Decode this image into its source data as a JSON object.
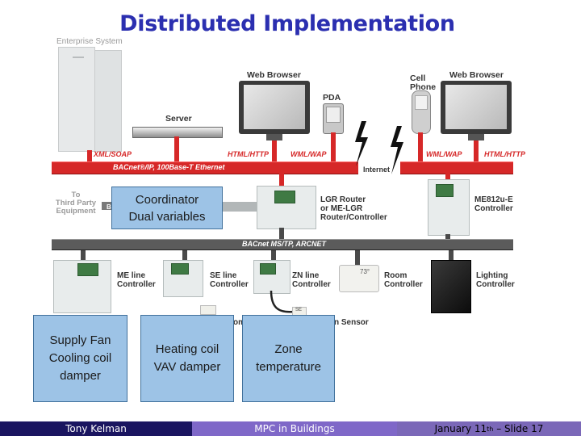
{
  "title": "Distributed Implementation",
  "diagram": {
    "enterprise_label": "Enterprise System",
    "web_browser_left": "Web Browser",
    "server": "Server",
    "pda": "PDA",
    "cell_phone": "Cell\nPhone",
    "web_browser_right": "Web Browser",
    "protocols_left": [
      "XML/SOAP",
      "HTML/HTTP",
      "WML/WAP"
    ],
    "protocols_right": [
      "WML/WAP",
      "HTML/HTTP"
    ],
    "ethernet_bus": "BACnet®/IP, 100Base-T Ethernet",
    "internet": "Internet",
    "third_party": "To\nThird Party\nEquipment",
    "lgr_router": "LGR Router\nor ME-LGR\nRouter/Controller",
    "me812": "ME812u-E\nController",
    "mstp_bus": "BACnet MS/TP, ARCNET",
    "me_line": "ME line\nController",
    "se_line": "SE line\nController",
    "zn_line": "ZN line\nController",
    "room": "Room\nController",
    "lighting": "Lighting\nController",
    "sensor_fragment_left": "om",
    "sensor_fragment_right": "n Sensor",
    "thermostat_reading": "73°",
    "sensor_se": "SE"
  },
  "callouts": {
    "coordinator": "Coordinator\nDual variables",
    "supply": "Supply Fan\nCooling coil\ndamper",
    "heating": "Heating coil\nVAV damper",
    "zone": "Zone\ntemperature"
  },
  "footer": {
    "author": "Tony Kelman",
    "course": "MPC in Buildings",
    "date_prefix": "January 11",
    "date_sup": "th",
    "date_suffix": " – Slide 17"
  },
  "colors": {
    "title": "#2b2fb0",
    "bus_red": "#d62828",
    "bus_grey": "#5b5b5b",
    "callout_fill": "#9dc3e6",
    "callout_border": "#41719c",
    "footer_left": "#1a1560",
    "footer_mid": "#7f68c8",
    "footer_right": "#7b68b8"
  }
}
